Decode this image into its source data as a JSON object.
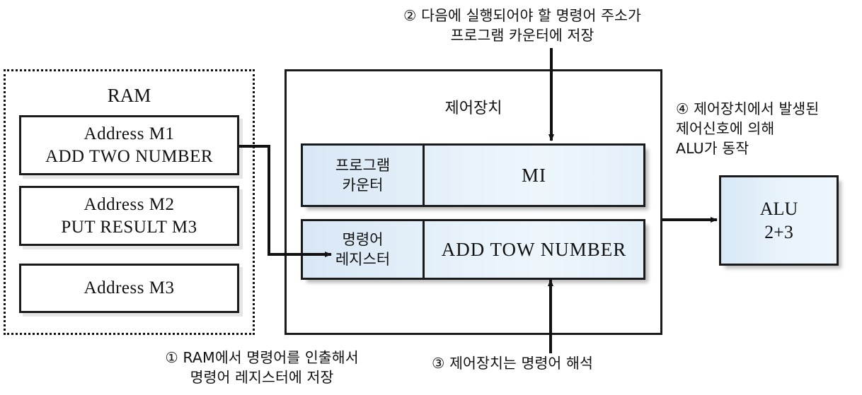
{
  "diagram": {
    "ram": {
      "title": "RAM",
      "cells": [
        {
          "line1": "Address   M1",
          "line2": "ADD TWO NUMBER"
        },
        {
          "line1": "Address M2",
          "line2": "PUT RESULT M3"
        },
        {
          "line1": "Address M3",
          "line2": ""
        }
      ]
    },
    "control_unit": {
      "title": "제어장치",
      "registers": [
        {
          "name_line1": "프로그램",
          "name_line2": "카운터",
          "value": "MI"
        },
        {
          "name_line1": "명령어",
          "name_line2": "레지스터",
          "value": "ADD TOW NUMBER"
        }
      ]
    },
    "alu": {
      "line1": "ALU",
      "line2": "2+3"
    },
    "annotations": [
      {
        "id": "1",
        "marker": "①",
        "text": "① RAM에서 명령어를 인출해서\n명령어 레지스터에 저장"
      },
      {
        "id": "2",
        "marker": "②",
        "text": "② 다음에 실행되어야 할 명령어 주소가\n프로그램 카운터에 저장"
      },
      {
        "id": "3",
        "marker": "③",
        "text": "③ 제어장치는 명령어 해석"
      },
      {
        "id": "4",
        "marker": "④",
        "text": "④ 제어장치에서 발생된\n제어신호에 의해\nALU가 동작"
      }
    ],
    "colors": {
      "stroke": "#1a1a1a",
      "register_fill_start": "#d9e8f6",
      "register_fill_end": "#eef6fc",
      "background": "#ffffff"
    },
    "icons": {
      "arrow_ram_to_ir": "arrow-right-icon",
      "arrow_pc_down": "arrow-down-icon",
      "arrow_ir_up": "arrow-up-icon",
      "arrow_cu_to_alu": "arrow-right-icon"
    }
  }
}
